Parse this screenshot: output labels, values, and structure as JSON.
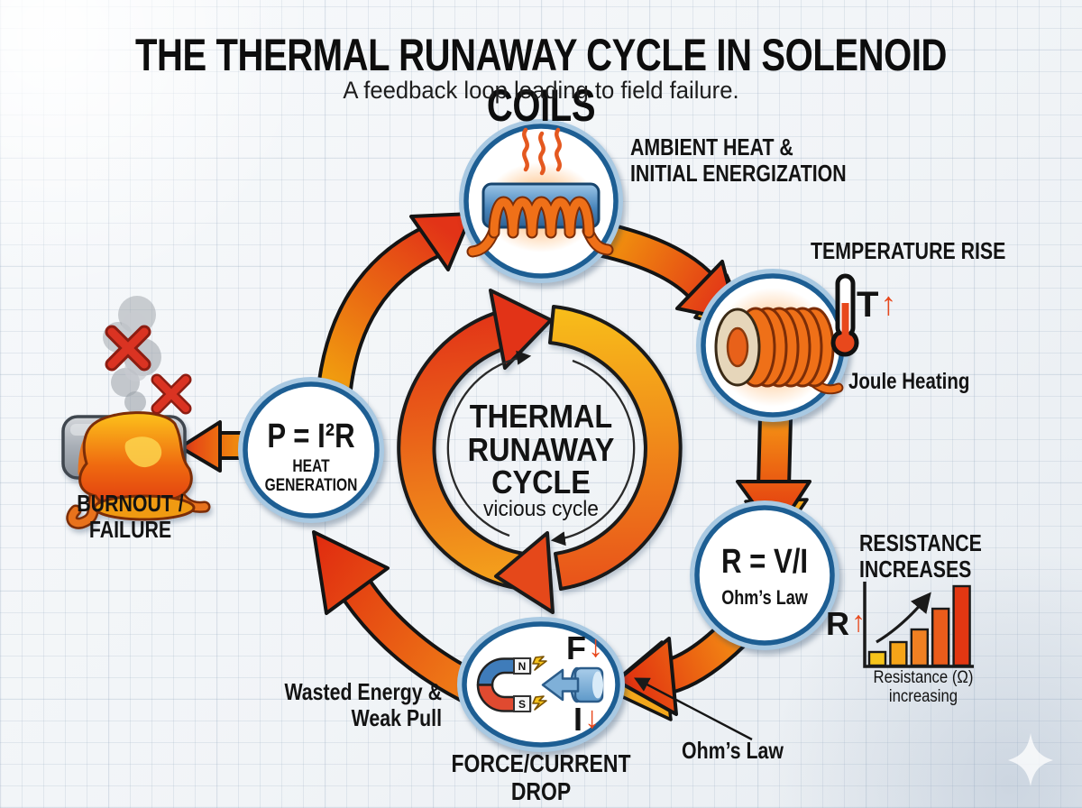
{
  "header": {
    "title": "THE THERMAL RUNAWAY CYCLE IN SOLENOID COILS",
    "subtitle": "A feedback loop leading to field failure."
  },
  "center": {
    "title": "THERMAL\nRUNAWAY\nCYCLE",
    "subtitle": "vicious cycle"
  },
  "nodes": {
    "ambient": {
      "label": "AMBIENT HEAT &\nINITIAL ENERGIZATION",
      "icon": "solenoid-coil-icon"
    },
    "temperature": {
      "label": "TEMPERATURE RISE",
      "t_letter": "T",
      "t_arrow": "↑",
      "sublabel": "Joule Heating",
      "icon": "hot-coil-icon, thermometer-icon"
    },
    "resistance": {
      "formula": "R = V/I",
      "formula_label": "Ohm’s Law",
      "heading": "RESISTANCE\nINCREASES",
      "r_letter": "R",
      "r_arrow": "↑",
      "chart_caption": "Resistance (Ω)\nincreasing"
    },
    "force": {
      "f_letter": "F",
      "f_arrow": "↓",
      "i_letter": "I",
      "i_arrow": "↓",
      "label": "FORCE/CURRENT DROP",
      "annotation": "Ohm’s Law",
      "magnet_n": "N",
      "magnet_s": "S",
      "icon": "magnet-plunger-icon"
    },
    "wasted_energy": {
      "label": "Wasted Energy &\nWeak Pull"
    },
    "power": {
      "formula": "P = I²R",
      "label": "HEAT\nGENERATION"
    },
    "burnout": {
      "label": "BURNOUT /\nFAILURE",
      "icon": "burned-coil-icon, smoke-icon, x-mark-icon"
    }
  },
  "resistance_chart": {
    "type": "bar",
    "bars": [
      15,
      26,
      40,
      63,
      88
    ],
    "colors": [
      "#f6c41a",
      "#f5a418",
      "#f08022",
      "#ea5c1b",
      "#e23712"
    ],
    "caption": "Resistance (Ω) increasing",
    "trend": "increasing",
    "legend": "none",
    "grid": false
  },
  "icons": {
    "cycle_ring": "circular-cycle-arrows-icon",
    "sparkle": "sparkle-watermark-icon",
    "thermometer": "thermometer-icon",
    "lightning": "lightning-bolt-icon"
  },
  "colors": {
    "arrow_orange": "#f39a0e",
    "arrow_red": "#e23317",
    "accent_red_orange": "#e8481c",
    "node_border_blue": "#1d5e93",
    "magnet_blue": "#3f7cba",
    "magnet_red": "#e04a30",
    "bar_yellow": "#f6c41a",
    "text_dark": "#131313"
  }
}
